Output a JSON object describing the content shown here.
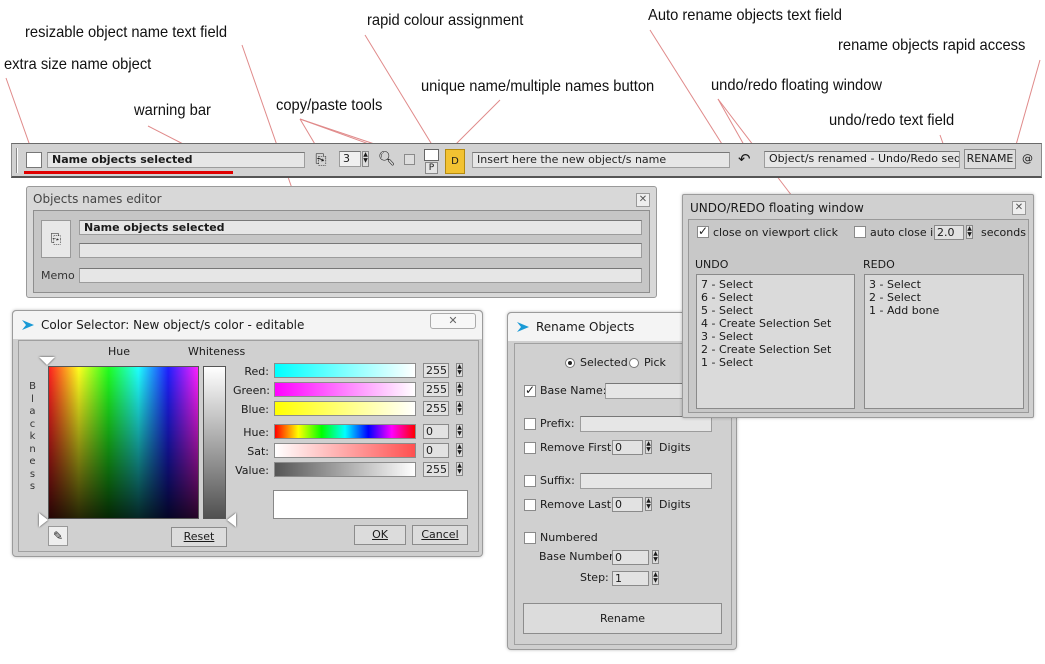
{
  "annotations": {
    "resizable": "resizable object name text field",
    "extra_size": "extra size name object",
    "warning_bar": "warning bar",
    "rapid_colour": "rapid colour assignment",
    "copy_paste": "copy/paste tools",
    "unique_name": "unique name/multiple names button",
    "auto_rename": "Auto rename objects text field",
    "rename_rapid": "rename objects rapid access",
    "undo_window": "undo/redo floating window",
    "undo_field": "undo/redo text field"
  },
  "toolbar": {
    "name_field": "Name objects selected",
    "spinner_value": "3",
    "p_label": "P",
    "d_label": "D",
    "rename_input_placeholder": "Insert here the new object/s name",
    "undo_field": "Object/s renamed - Undo/Redo sequer",
    "rename_button": "RENAME",
    "at_label": "@"
  },
  "names_editor": {
    "title": "Objects names editor",
    "name_value": "Name objects selected",
    "memo_label": "Memo"
  },
  "undo_redo": {
    "title": "UNDO/REDO floating window",
    "close_on_click": "close on viewport click",
    "auto_close": "auto close in",
    "auto_close_value": "2.0",
    "seconds": "seconds",
    "undo_label": "UNDO",
    "redo_label": "REDO",
    "undo_items": [
      "7 - Select",
      "6 - Select",
      "5 - Select",
      "4 - Create Selection Set",
      "3 - Select",
      "2 - Create Selection Set",
      "1 - Select"
    ],
    "redo_items": [
      "3 - Select",
      "2 - Select",
      "1 - Add bone"
    ]
  },
  "color_selector": {
    "title": "Color Selector: New object/s color - editable",
    "hue": "Hue",
    "whiteness": "Whiteness",
    "blackness": [
      "B",
      "l",
      "a",
      "c",
      "k",
      "n",
      "e",
      "s",
      "s"
    ],
    "red_label": "Red:",
    "green_label": "Green:",
    "blue_label": "Blue:",
    "hue_label": "Hue:",
    "sat_label": "Sat:",
    "value_label": "Value:",
    "red": "255",
    "green": "255",
    "blue": "255",
    "hue_val": "0",
    "sat_val": "0",
    "value_val": "255",
    "reset": "Reset",
    "ok": "OK",
    "cancel": "Cancel"
  },
  "rename_objects": {
    "title": "Rename Objects",
    "selected": "Selected",
    "pick": "Pick",
    "base_name": "Base Name:",
    "prefix": "Prefix:",
    "remove_first": "Remove First:",
    "remove_first_val": "0",
    "digits1": "Digits",
    "suffix": "Suffix:",
    "remove_last": "Remove Last:",
    "remove_last_val": "0",
    "digits2": "Digits",
    "numbered": "Numbered",
    "base_number": "Base Number:",
    "base_number_val": "0",
    "step": "Step:",
    "step_val": "1",
    "rename_button": "Rename"
  }
}
